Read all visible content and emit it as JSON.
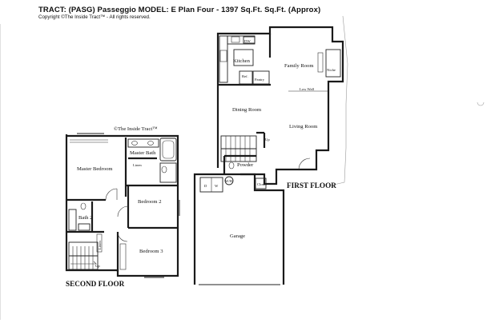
{
  "header": {
    "title": "TRACT: (PASG) Passeggio   MODEL: E    Plan Four  -  1397 Sq.Ft. Sq.Ft. (Approx)",
    "copyright": "Copyright  ©The Inside Tract™ - All rights reserved."
  },
  "watermark": "©The Inside Tract™",
  "second_floor": {
    "label": "SECOND FLOOR",
    "rooms": {
      "master_bedroom": "Master Bedroom",
      "master_bath": "Master Bath",
      "linen": "Linen",
      "bedroom2": "Bedroom 2",
      "bath2": "Bath 2",
      "bedroom3": "Bedroom 3",
      "up": "Up",
      "linen_vertical": "Linen"
    }
  },
  "first_floor": {
    "label": "FIRST FLOOR",
    "rooms": {
      "kitchen": "Kitchen",
      "dw": "DW",
      "family_room": "Family Room",
      "niche": "Niche",
      "ref": "Ref.",
      "pantry": "Pantry",
      "low_wall": "Low Wall",
      "dining_room": "Dining Room",
      "living_room": "Living Room",
      "up": "Up",
      "powder": "Powder",
      "closet": "Closet",
      "d": "D",
      "w": "W",
      "wh": "W/H",
      "garage": "Garage"
    }
  }
}
